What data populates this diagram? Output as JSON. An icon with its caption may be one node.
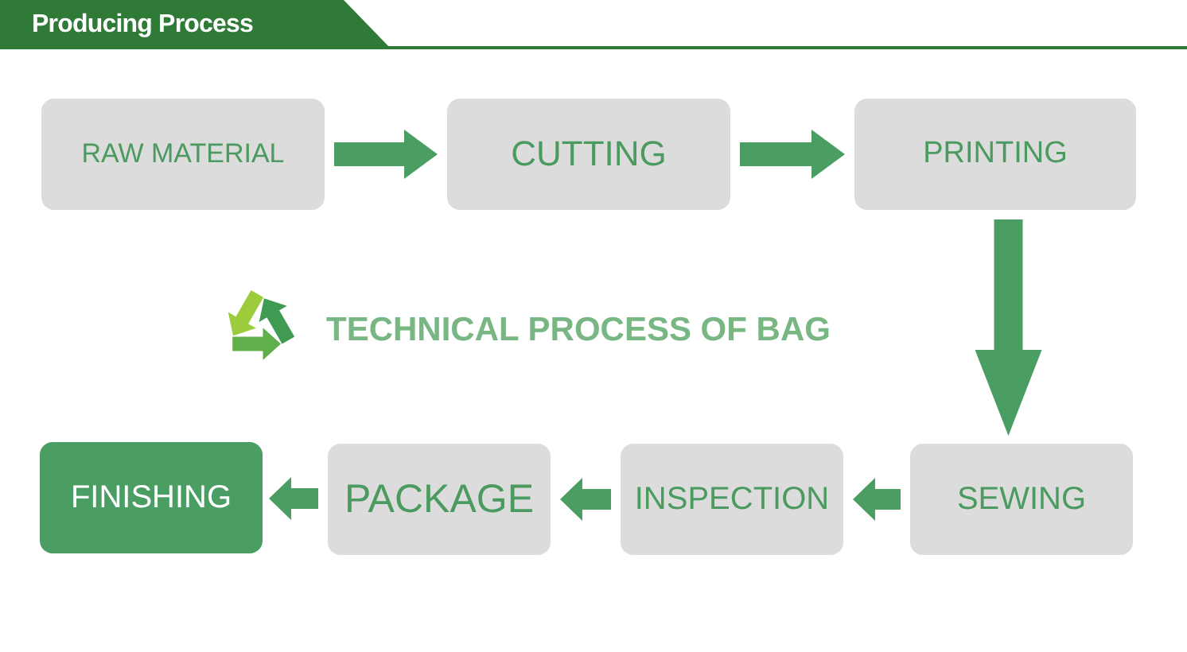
{
  "diagram": {
    "title": "Producing Process",
    "nodes": [
      {
        "text": [
          "RAW MATERIAL"
        ]
      },
      {
        "text": [
          "CUTTING"
        ]
      },
      {
        "text": [
          "PRINTING"
        ]
      },
      {
        "text": [
          "FINISHING"
        ]
      },
      {
        "text": [
          "PACKAGE"
        ]
      },
      {
        "text": [
          "INSPECTION"
        ]
      },
      {
        "text": [
          "SEWING"
        ]
      }
    ],
    "edges": [
      {
        "from": 0,
        "to": 1,
        "arrow": "to"
      },
      {
        "from": 1,
        "to": 2,
        "arrow": "to"
      },
      {
        "from": 2,
        "to": 6,
        "arrow": "to"
      },
      {
        "from": 6,
        "to": 5,
        "arrow": "to"
      },
      {
        "from": 5,
        "to": 4,
        "arrow": "to"
      },
      {
        "from": 4,
        "to": 3,
        "arrow": "to"
      }
    ],
    "labels": [
      "TECHNICAL PROCESS OF BAG"
    ]
  }
}
